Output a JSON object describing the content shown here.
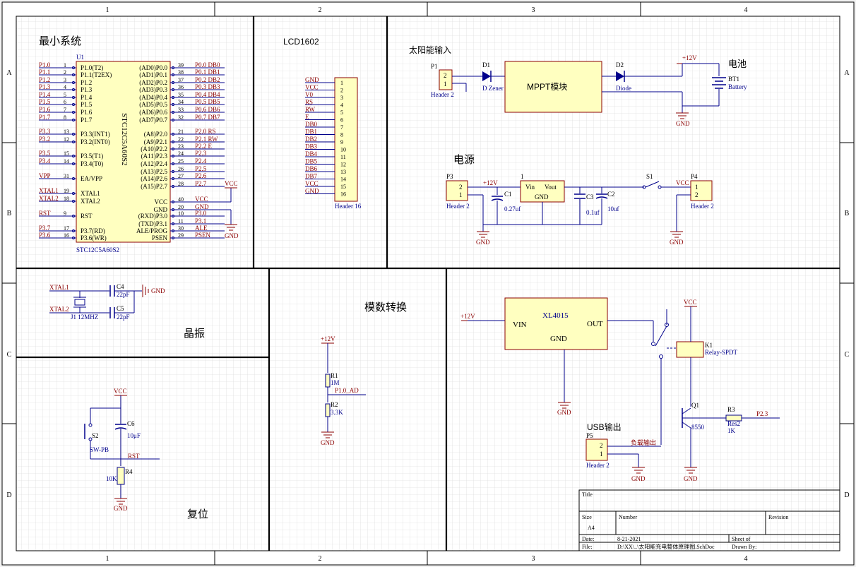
{
  "border": {
    "cols": [
      "1",
      "2",
      "3",
      "4"
    ],
    "rows": [
      "A",
      "B",
      "C",
      "D"
    ]
  },
  "sections": {
    "min_system": "最小系统",
    "lcd": "LCD1602",
    "solar": "太阳能输入",
    "battery": "电池",
    "power": "电源",
    "crystal": "晶振",
    "adc": "模数转换",
    "reset": "复位",
    "usb": "USB输出"
  },
  "u1": {
    "ref": "U1",
    "part": "STC12C5A60S2",
    "part_bottom": "STC12C5A60S2",
    "left_nets": [
      "P1.0",
      "P1.1",
      "P1.2",
      "P1.3",
      "P1.4",
      "P1.5",
      "P1.6",
      "P1.7",
      "P3.3",
      "P3.2",
      "P3.5",
      "P3.4",
      "VPP",
      "XTAL1",
      "XTAL2",
      "RST",
      "P3.7",
      "P3.6"
    ],
    "left_pins": [
      "1",
      "2",
      "3",
      "4",
      "5",
      "6",
      "7",
      "8",
      "13",
      "12",
      "15",
      "14",
      "31",
      "19",
      "18",
      "9",
      "17",
      "16"
    ],
    "left_names": [
      "P1.0(T2)",
      "P1.1(T2EX)",
      "P1.2",
      "P1.3",
      "P1.4",
      "P1.5",
      "P1.6",
      "P1.7",
      "P3.3(INT1)",
      "P3.2(INT0)",
      "P3.5(T1)",
      "P3.4(T0)",
      "EA/VPP",
      "XTAL1",
      "XTAL2",
      "RST",
      "P3.7(RD)",
      "P3.6(WR)"
    ],
    "right_names": [
      "(AD0)P0.0",
      "(AD1)P0.1",
      "(AD2)P0.2",
      "(AD3)P0.3",
      "(AD4)P0.4",
      "(AD5)P0.5",
      "(AD6)P0.6",
      "(AD7)P0.7",
      "(A8)P2.0",
      "(A9)P2.1",
      "(A10)P2.2",
      "(A11)P2.3",
      "(A12)P2.4",
      "(A13)P2.5",
      "(A14)P2.6",
      "(A15)P2.7",
      "VCC",
      "GND",
      "(RXD)P3.0",
      "(TXD)P3.1",
      "ALE/PROG",
      "PSEN"
    ],
    "right_pins": [
      "39",
      "38",
      "37",
      "36",
      "35",
      "34",
      "33",
      "32",
      "21",
      "22",
      "23",
      "24",
      "25",
      "26",
      "27",
      "28",
      "40",
      "20",
      "10",
      "11",
      "30",
      "29"
    ],
    "right_nets": [
      "P0.0 DB0",
      "P0.1 DB1",
      "P0.2 DB2",
      "P0.3 DB3",
      "P0.4 DB4",
      "P0.5 DB5",
      "P0.6 DB6",
      "P0.7 DB7",
      "P2.0 RS",
      "P2.1 RW",
      "P2.2 E",
      "P2.3",
      "P2.4",
      "P2.5",
      "P2.6",
      "P2.7",
      "VCC",
      "GND",
      "P3.0",
      "P3.1",
      "ALE",
      "PSEN"
    ],
    "vcc": "VCC",
    "gnd": "GND"
  },
  "lcd": {
    "nets": [
      "GND",
      "VCC",
      "V0",
      "RS",
      "RW",
      "E",
      "DB0",
      "DB1",
      "DB2",
      "DB3",
      "DB4",
      "DB5",
      "DB6",
      "DB7",
      "VCC",
      "GND"
    ],
    "pins": [
      "1",
      "2",
      "3",
      "4",
      "5",
      "6",
      "7",
      "8",
      "9",
      "10",
      "11",
      "12",
      "13",
      "14",
      "15",
      "16"
    ],
    "name": "Header 16"
  },
  "solar": {
    "p1": "P1",
    "p1_pins": [
      "2",
      "1"
    ],
    "p1_name": "Header 2",
    "d1": "D1",
    "d1_name": "D Zener",
    "mppt": "MPPT模块",
    "d2": "D2",
    "d2_name": "Diode",
    "v12": "+12V",
    "bt1": "BT1",
    "bt1_name": "Battery",
    "gnd": "GND"
  },
  "power": {
    "p3": "P3",
    "p3_pins": [
      "2",
      "1"
    ],
    "p3_name": "Header 2",
    "v12": "+12V",
    "c1": "C1",
    "c1_val": "0.27uf",
    "reg_pin": "1",
    "vin": "Vin",
    "vout": "Vout",
    "reg_gnd": "GND",
    "c3": "C3",
    "c3_val": "0.1uf",
    "c2": "C2",
    "c2_val": "10uf",
    "s1": "S1",
    "vcc": "VCC",
    "p4": "P4",
    "p4_pins": [
      "1",
      "2"
    ],
    "p4_name": "Header 2",
    "gnd1": "GND",
    "gnd2": "GND"
  },
  "crystal": {
    "xtal1": "XTAL1",
    "xtal2": "XTAL2",
    "c4": "C4",
    "c4_val": "22pF",
    "c5": "C5",
    "c5_val": "22pF",
    "j1": "J1 12MHZ",
    "gnd": "GND"
  },
  "reset": {
    "vcc": "VCC",
    "s2": "S2",
    "s2_name": "SW-PB",
    "c6": "C6",
    "c6_val": "10μF",
    "rst": "RST",
    "r4": "R4",
    "r4_val": "10K",
    "gnd": "GND"
  },
  "adc": {
    "v12": "+12V",
    "r1": "R1",
    "r1_val": "1M",
    "net": "P1.0_AD",
    "r2": "R2",
    "r2_val": "3.3K",
    "gnd": "GND"
  },
  "xl": {
    "v12": "+12V",
    "name": "XL4015",
    "vin": "VIN",
    "out": "OUT",
    "gnd_pin": "GND",
    "gnd": "GND",
    "vcc": "VCC",
    "k1": "K1",
    "k1_name": "Relay-SPDT",
    "q1": "Q1",
    "q1_name": "8550",
    "r3": "R3",
    "r3_name": "Res2",
    "r3_val": "1K",
    "net": "P2.3",
    "p5": "P5",
    "p5_pins": [
      "2",
      "1"
    ],
    "p5_name": "Header 2",
    "load": "负载输出",
    "gnd2": "GND",
    "gnd3": "GND"
  },
  "title_block": {
    "title": "Title",
    "size": "Size",
    "size_val": "A4",
    "number": "Number",
    "revision": "Revision",
    "date": "Date:",
    "date_val": "8-21-2021",
    "sheet": "Sheet  of",
    "file": "File:",
    "file_val": "D:\\XX\\..\\太阳能充电整体原理图.SchDoc",
    "drawn": "Drawn By:"
  }
}
